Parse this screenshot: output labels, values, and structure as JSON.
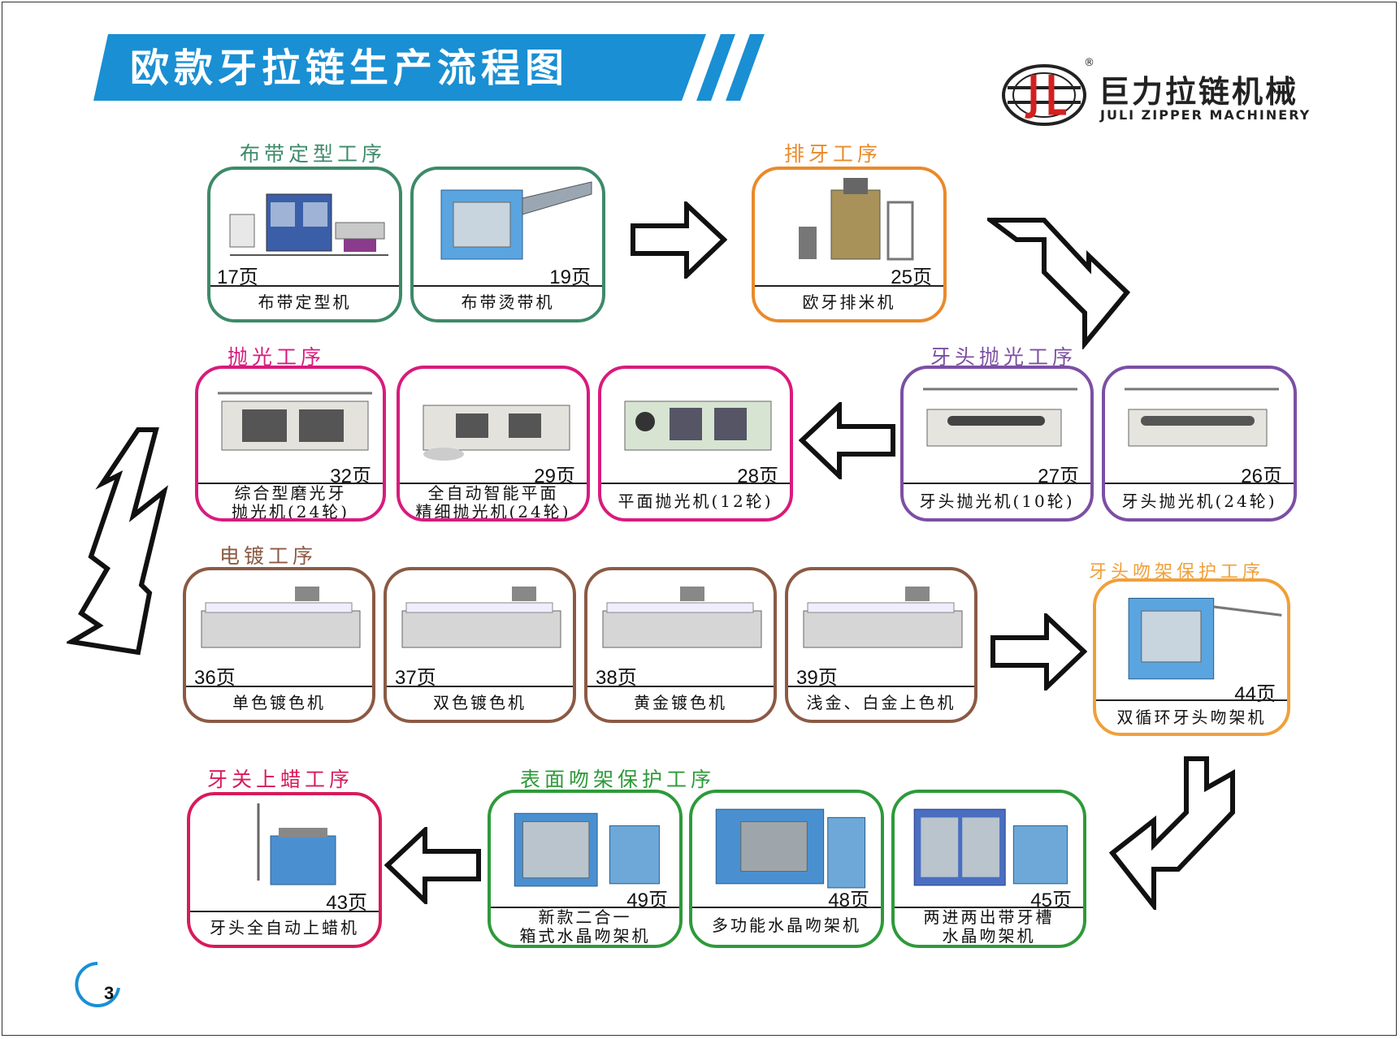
{
  "title": "欧款牙拉链生产流程图",
  "brand": {
    "name_cn": "巨力拉链机械",
    "name_en": "JULI ZIPPER MACHINERY",
    "registered_mark": "®"
  },
  "page_number": "3",
  "colors": {
    "banner": "#1a8fd3",
    "fabric": "#3d8a68",
    "arrange": "#e98a2b",
    "polish": "#d81b7d",
    "slider_polish": "#7c4fa3",
    "plating": "#8b5a44",
    "slider_protect": "#f0a03a",
    "surface_protect": "#2e9a3a",
    "wax": "#d81b5a"
  },
  "stages": {
    "fabric": "布带定型工序",
    "arrange": "排牙工序",
    "slider_polish": "牙头抛光工序",
    "polish": "抛光工序",
    "plating": "电镀工序",
    "slider_protect": "牙头吻架保护工序",
    "surface_protect": "表面吻架保护工序",
    "wax": "牙关上蜡工序"
  },
  "machines": [
    {
      "page": "17页",
      "name": "布带定型机",
      "icon": "setting-line-machine"
    },
    {
      "page": "19页",
      "name": "布带烫带机",
      "icon": "ironing-machine"
    },
    {
      "page": "25页",
      "name": "欧牙排米机",
      "icon": "teeth-arranging-machine"
    },
    {
      "page": "27页",
      "name": "牙头抛光机(10轮)",
      "icon": "polishing-machine"
    },
    {
      "page": "26页",
      "name": "牙头抛光机(24轮)",
      "icon": "polishing-machine"
    },
    {
      "page": "28页",
      "name": "平面抛光机(12轮)",
      "icon": "polishing-machine"
    },
    {
      "page": "29页",
      "name_l1": "全自动智能平面",
      "name_l2": "精细抛光机(24轮)",
      "icon": "polishing-machine"
    },
    {
      "page": "32页",
      "name_l1": "综合型磨光牙",
      "name_l2": "抛光机(24轮)",
      "icon": "polishing-machine"
    },
    {
      "page": "36页",
      "name": "单色镀色机",
      "icon": "plating-machine"
    },
    {
      "page": "37页",
      "name": "双色镀色机",
      "icon": "plating-machine"
    },
    {
      "page": "38页",
      "name": "黄金镀色机",
      "icon": "plating-machine"
    },
    {
      "page": "39页",
      "name": "浅金、白金上色机",
      "icon": "plating-machine"
    },
    {
      "page": "44页",
      "name": "双循环牙头吻架机",
      "icon": "spray-cabinet-machine"
    },
    {
      "page": "45页",
      "name_l1": "两进两出带牙槽",
      "name_l2": "水晶吻架机",
      "icon": "spray-cabinet-machine"
    },
    {
      "page": "48页",
      "name": "多功能水晶吻架机",
      "icon": "spray-cabinet-machine"
    },
    {
      "page": "49页",
      "name_l1": "新款二合一",
      "name_l2": "箱式水晶吻架机",
      "icon": "spray-cabinet-machine"
    },
    {
      "page": "43页",
      "name": "牙头全自动上蜡机",
      "icon": "waxing-machine"
    }
  ]
}
